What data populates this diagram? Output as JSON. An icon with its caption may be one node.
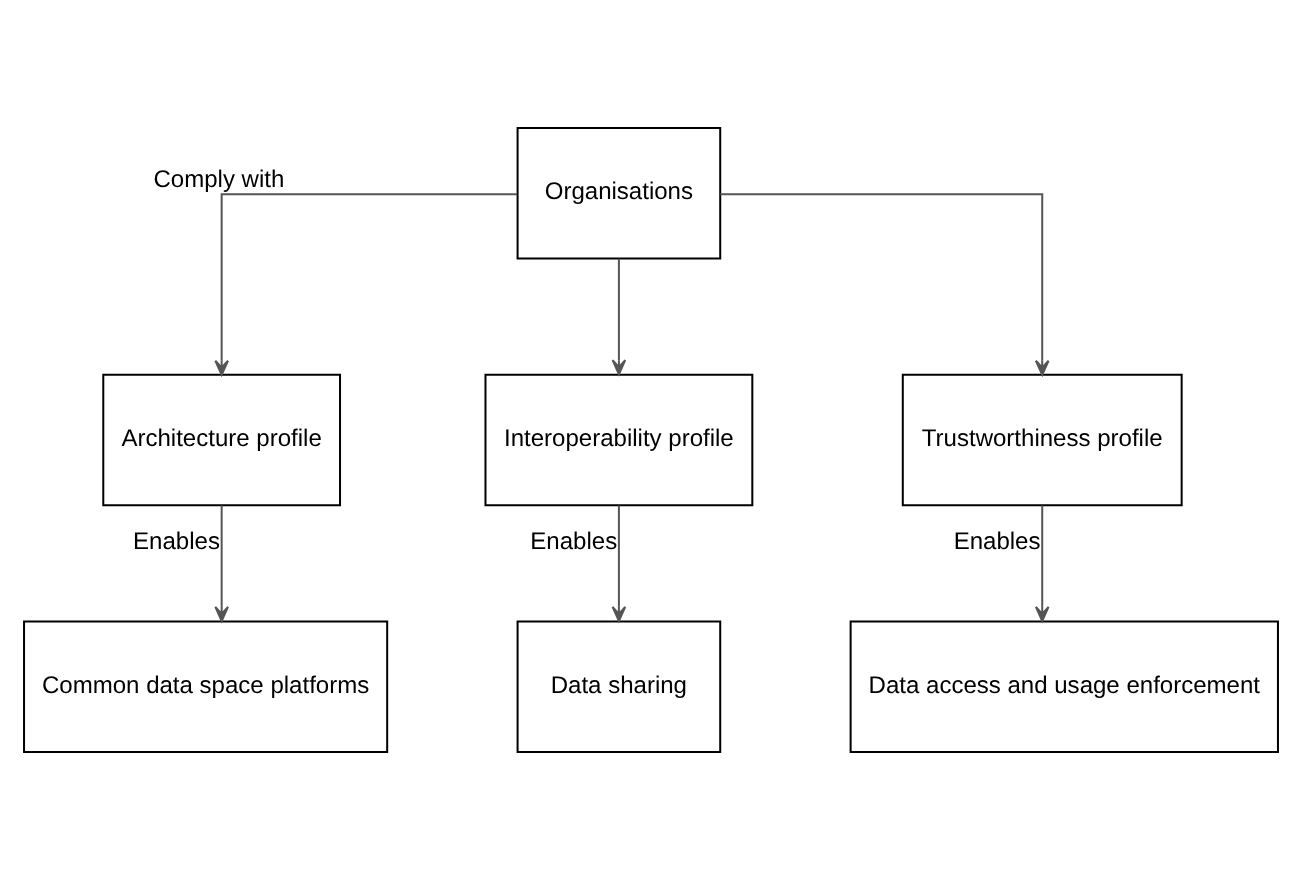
{
  "diagram": {
    "nodes": [
      {
        "text": [
          "Organisations"
        ]
      },
      {
        "text": [
          "Architecture profile"
        ]
      },
      {
        "text": [
          "Interoperability profile"
        ]
      },
      {
        "text": [
          "Trustworthiness profile"
        ]
      },
      {
        "text": [
          "Common data space platforms"
        ]
      },
      {
        "text": [
          "Data sharing"
        ]
      },
      {
        "text": [
          "Data access and usage enforcement"
        ]
      }
    ],
    "edges": [
      {
        "from": 0,
        "to": 1,
        "arrow": "to",
        "label": "Comply with"
      },
      {
        "from": 0,
        "to": 2,
        "arrow": "to"
      },
      {
        "from": 0,
        "to": 3,
        "arrow": "to"
      },
      {
        "from": 1,
        "to": 4,
        "arrow": "to",
        "label": "Enables"
      },
      {
        "from": 2,
        "to": 5,
        "arrow": "to",
        "label": "Enables"
      },
      {
        "from": 3,
        "to": 6,
        "arrow": "to",
        "label": "Enables"
      }
    ]
  }
}
